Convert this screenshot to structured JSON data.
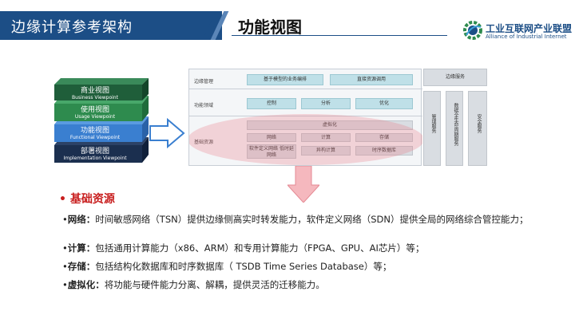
{
  "header": {
    "section_title": "边缘计算参考架构",
    "page_title": "功能视图"
  },
  "logo": {
    "name_cn": "工业互联网产业联盟",
    "name_en": "Alliance of Industrial Internet"
  },
  "viewpoints": [
    {
      "cn": "商业视图",
      "en": "Business Viewpoint"
    },
    {
      "cn": "使用视图",
      "en": "Usage Viewpoint"
    },
    {
      "cn": "功能视图",
      "en": "Functional Viewpoint"
    },
    {
      "cn": "部署视图",
      "en": "Implementation Viewpoint"
    }
  ],
  "diagram": {
    "rows": {
      "edge_mgmt": "边缘管理",
      "func_domain": "功能领域",
      "base_res": "基础资源"
    },
    "edge_mgmt_cells": [
      "基于模型的业务编排",
      "直接资源调用"
    ],
    "func_cells": [
      "控制",
      "分析",
      "优化"
    ],
    "virtualization": "虚拟化",
    "res_top": [
      "网络",
      "计算",
      "存储"
    ],
    "res_bottom": [
      "软件定义网络 低时延网络",
      "异构计算",
      "时序数据库"
    ],
    "side_title": "边缘服务",
    "side_cols": [
      "管理服务",
      "数据全生命周期服务",
      "安全服务"
    ]
  },
  "content": {
    "section": "基础资源",
    "items": [
      {
        "label": "网络：",
        "text": "时间敏感网络（TSN）提供边缘侧高实时转发能力，软件定义网络（SDN）提供全局的网络综合管控能力；"
      },
      {
        "label": "计算：",
        "text": "包括通用计算能力（x86、ARM）和专用计算能力（FPGA、GPU、AI芯片）等；"
      },
      {
        "label": "存储：",
        "text": "包括结构化数据库和时序数据库（ TSDB Time Series Database）等；"
      },
      {
        "label": "虚拟化：",
        "text": "将功能与硬件能力分离、解耦，提供灵活的迁移能力。"
      }
    ]
  },
  "colors": {
    "brand_blue": "#1c4e86",
    "accent_red": "#c81e1e",
    "layer_green": "#2e8b4e",
    "layer_blue": "#3a7fd0",
    "layer_navy": "#1b2f4f"
  }
}
